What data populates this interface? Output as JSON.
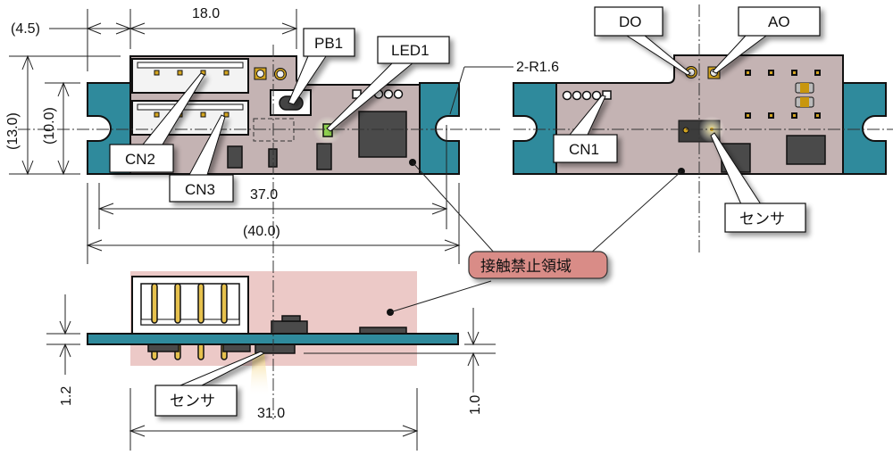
{
  "diagram": {
    "title": "Sensor board outline drawing",
    "dimensions": {
      "offset_left": "(4.5)",
      "connector_span": "18.0",
      "height_outer": "(13.0)",
      "height_inner": "(10.0)",
      "hole_pitch": "37.0",
      "total_width": "(40.0)",
      "slot_radius": "2-R1.6",
      "keepout_width": "31.0",
      "board_thickness": "1.2",
      "sensor_height": "1.0"
    },
    "callouts": {
      "pb1": "PB1",
      "led1": "LED1",
      "cn1": "CN1",
      "cn2": "CN2",
      "cn3": "CN3",
      "do": "DO",
      "ao": "AO",
      "sensor_back": "センサ",
      "sensor_side": "センサ",
      "keepout": "接触禁止領域"
    },
    "colors": {
      "board": "#c4b3b3",
      "mount_tab": "#2f8a9c",
      "keepout_zone": "#ecc9c7",
      "keepout_label_bg": "#d98c87",
      "pad_gold": "#d4a520",
      "led_green": "#8fd14f"
    }
  }
}
